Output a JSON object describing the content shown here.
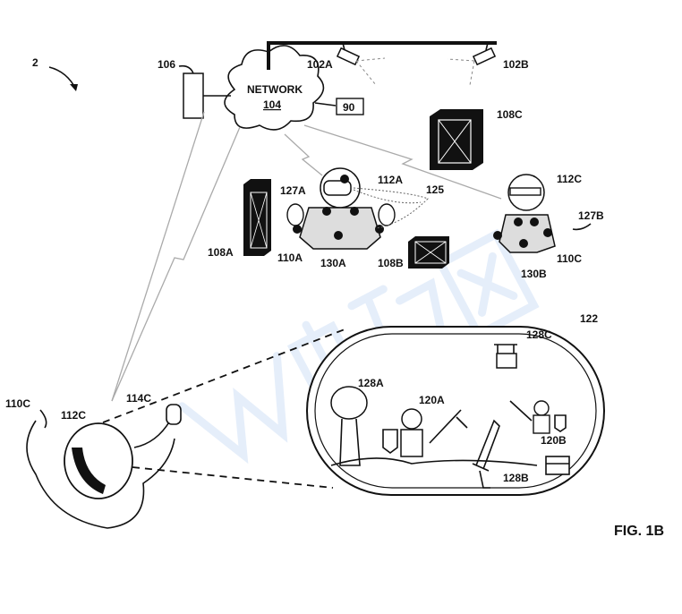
{
  "watermark": "映维网",
  "labels": {
    "fig_ref": "2",
    "server": "106",
    "network": "NETWORK",
    "network_ref": "104",
    "box90": "90",
    "camera_a": "102A",
    "camera_b": "102B",
    "object_c": "108C",
    "hmd_a": "112A",
    "view_a": "127A",
    "links": "125",
    "glasses_c": "112C",
    "view_b": "127B",
    "object_a": "108A",
    "user_a": "110A",
    "suit_a": "130A",
    "object_b": "108B",
    "user_c": "110C",
    "suit_b": "130B",
    "virtual_env": "122",
    "well": "128C",
    "tree": "128A",
    "knight_a": "120A",
    "knight_b": "120B",
    "chest": "128B",
    "user_c_bottom": "110C",
    "glasses_c_bottom": "112C",
    "controller_c": "114C"
  },
  "caption": "FIG. 1B"
}
